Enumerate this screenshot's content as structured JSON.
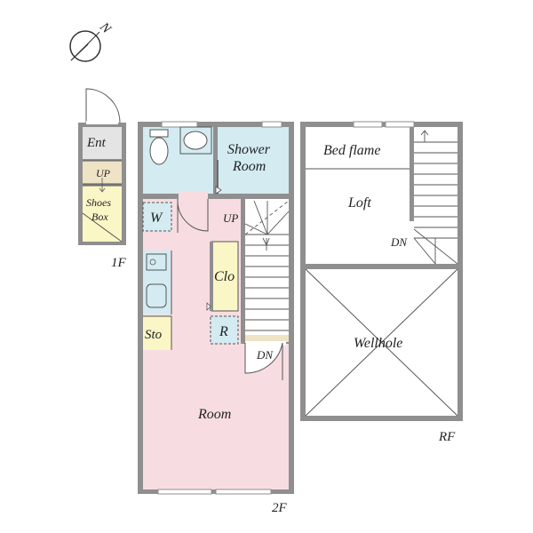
{
  "compass": {
    "label": "N",
    "icon": "north-arrow-icon"
  },
  "floors": {
    "first": "1F",
    "second": "2F",
    "roof": "RF"
  },
  "rooms": {
    "entrance": "Ent",
    "up_1f": "UP",
    "shoes_box_line1": "Shoes",
    "shoes_box_line2": "Box",
    "shower_line1": "Shower",
    "shower_line2": "Room",
    "washer": "W",
    "up_2f": "UP",
    "closet": "Clo",
    "refrigerator": "R",
    "storage": "Sto",
    "dn_2f": "DN",
    "main_room": "Room",
    "bed_flame": "Bed flame",
    "loft": "Loft",
    "dn_loft": "DN",
    "wellhole": "Wellhole"
  },
  "colors": {
    "wall": "#8f8f8f",
    "room": "#f7dde1",
    "wet_area": "#d3ebf1",
    "closet": "#fbf6c6",
    "entrance": "#e4e4e4",
    "step": "#efe3c6",
    "line": "#555555"
  }
}
